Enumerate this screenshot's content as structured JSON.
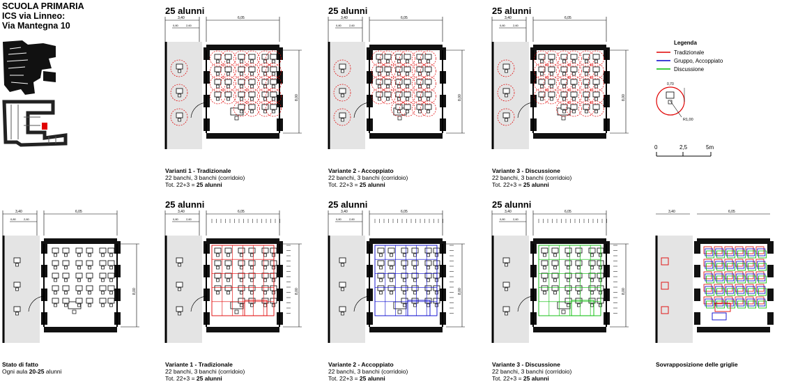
{
  "school": {
    "title": "SCUOLA PRIMARIA\nICS via Linneo:\nVia Mantegna 10"
  },
  "dims": {
    "corridor": "3,40",
    "room": "6,05",
    "depth": "8,00",
    "sub1": "0,80",
    "sub2": "2,60",
    "r": "R1,00",
    "desk": "0,70"
  },
  "legend": {
    "title": "Legenda",
    "items": [
      {
        "label": "Tradizionale",
        "color": "#e00000"
      },
      {
        "label": "Gruppo, Accoppiato",
        "color": "#0000cc"
      },
      {
        "label": "Discussione",
        "color": "#00bb00"
      }
    ]
  },
  "scale": {
    "ticks": [
      "0",
      "2,5",
      "5m"
    ]
  },
  "plans": [
    {
      "id": "v1-top",
      "count": "25 alunni",
      "title": "Varianti 1 - Tradizionale",
      "line2": "22 banchi, 3 banchi (corridoio)",
      "line3_pre": "Tot. 22+3 = ",
      "line3_bold": "25 alunni"
    },
    {
      "id": "v2-top",
      "count": "25 alunni",
      "title": "Variante 2 - Accoppiato",
      "line2": "22 banchi, 3 banchi (corridoio)",
      "line3_pre": "Tot. 22+3 = ",
      "line3_bold": "25 alunni"
    },
    {
      "id": "v3-top",
      "count": "25 alunni",
      "title": "Variante 3 - Discussione",
      "line2": "22 banchi, 3 banchi (corridoio)",
      "line3_pre": "Tot. 22+3 = ",
      "line3_bold": "25 alunni"
    },
    {
      "id": "stato",
      "count": "",
      "title": "Stato di fatto",
      "line2_pre": "Ogni aula ",
      "line2_bold": "20-25",
      "line2_post": " alunni"
    },
    {
      "id": "v1-bot",
      "count": "25 alunni",
      "title": "Variante 1 - Tradizionale",
      "line2": "22 banchi, 3 banchi (corridoio)",
      "line3_pre": "Tot. 22+3 = ",
      "line3_bold": "25 alunni"
    },
    {
      "id": "v2-bot",
      "count": "25 alunni",
      "title": "Variante 2 - Accoppiato",
      "line2": "22 banchi, 3 banchi (corridoio)",
      "line3_pre": "Tot. 22+3 = ",
      "line3_bold": "25 alunni"
    },
    {
      "id": "v3-bot",
      "count": "25 alunni",
      "title": "Variante 3 - Discussione",
      "line2": "22 banchi, 3 banchi (corridoio)",
      "line3_pre": "Tot. 22+3 = ",
      "line3_bold": "25 alunni"
    },
    {
      "id": "sovra",
      "count": "",
      "title": "Sovrapposizione delle griglie"
    }
  ]
}
